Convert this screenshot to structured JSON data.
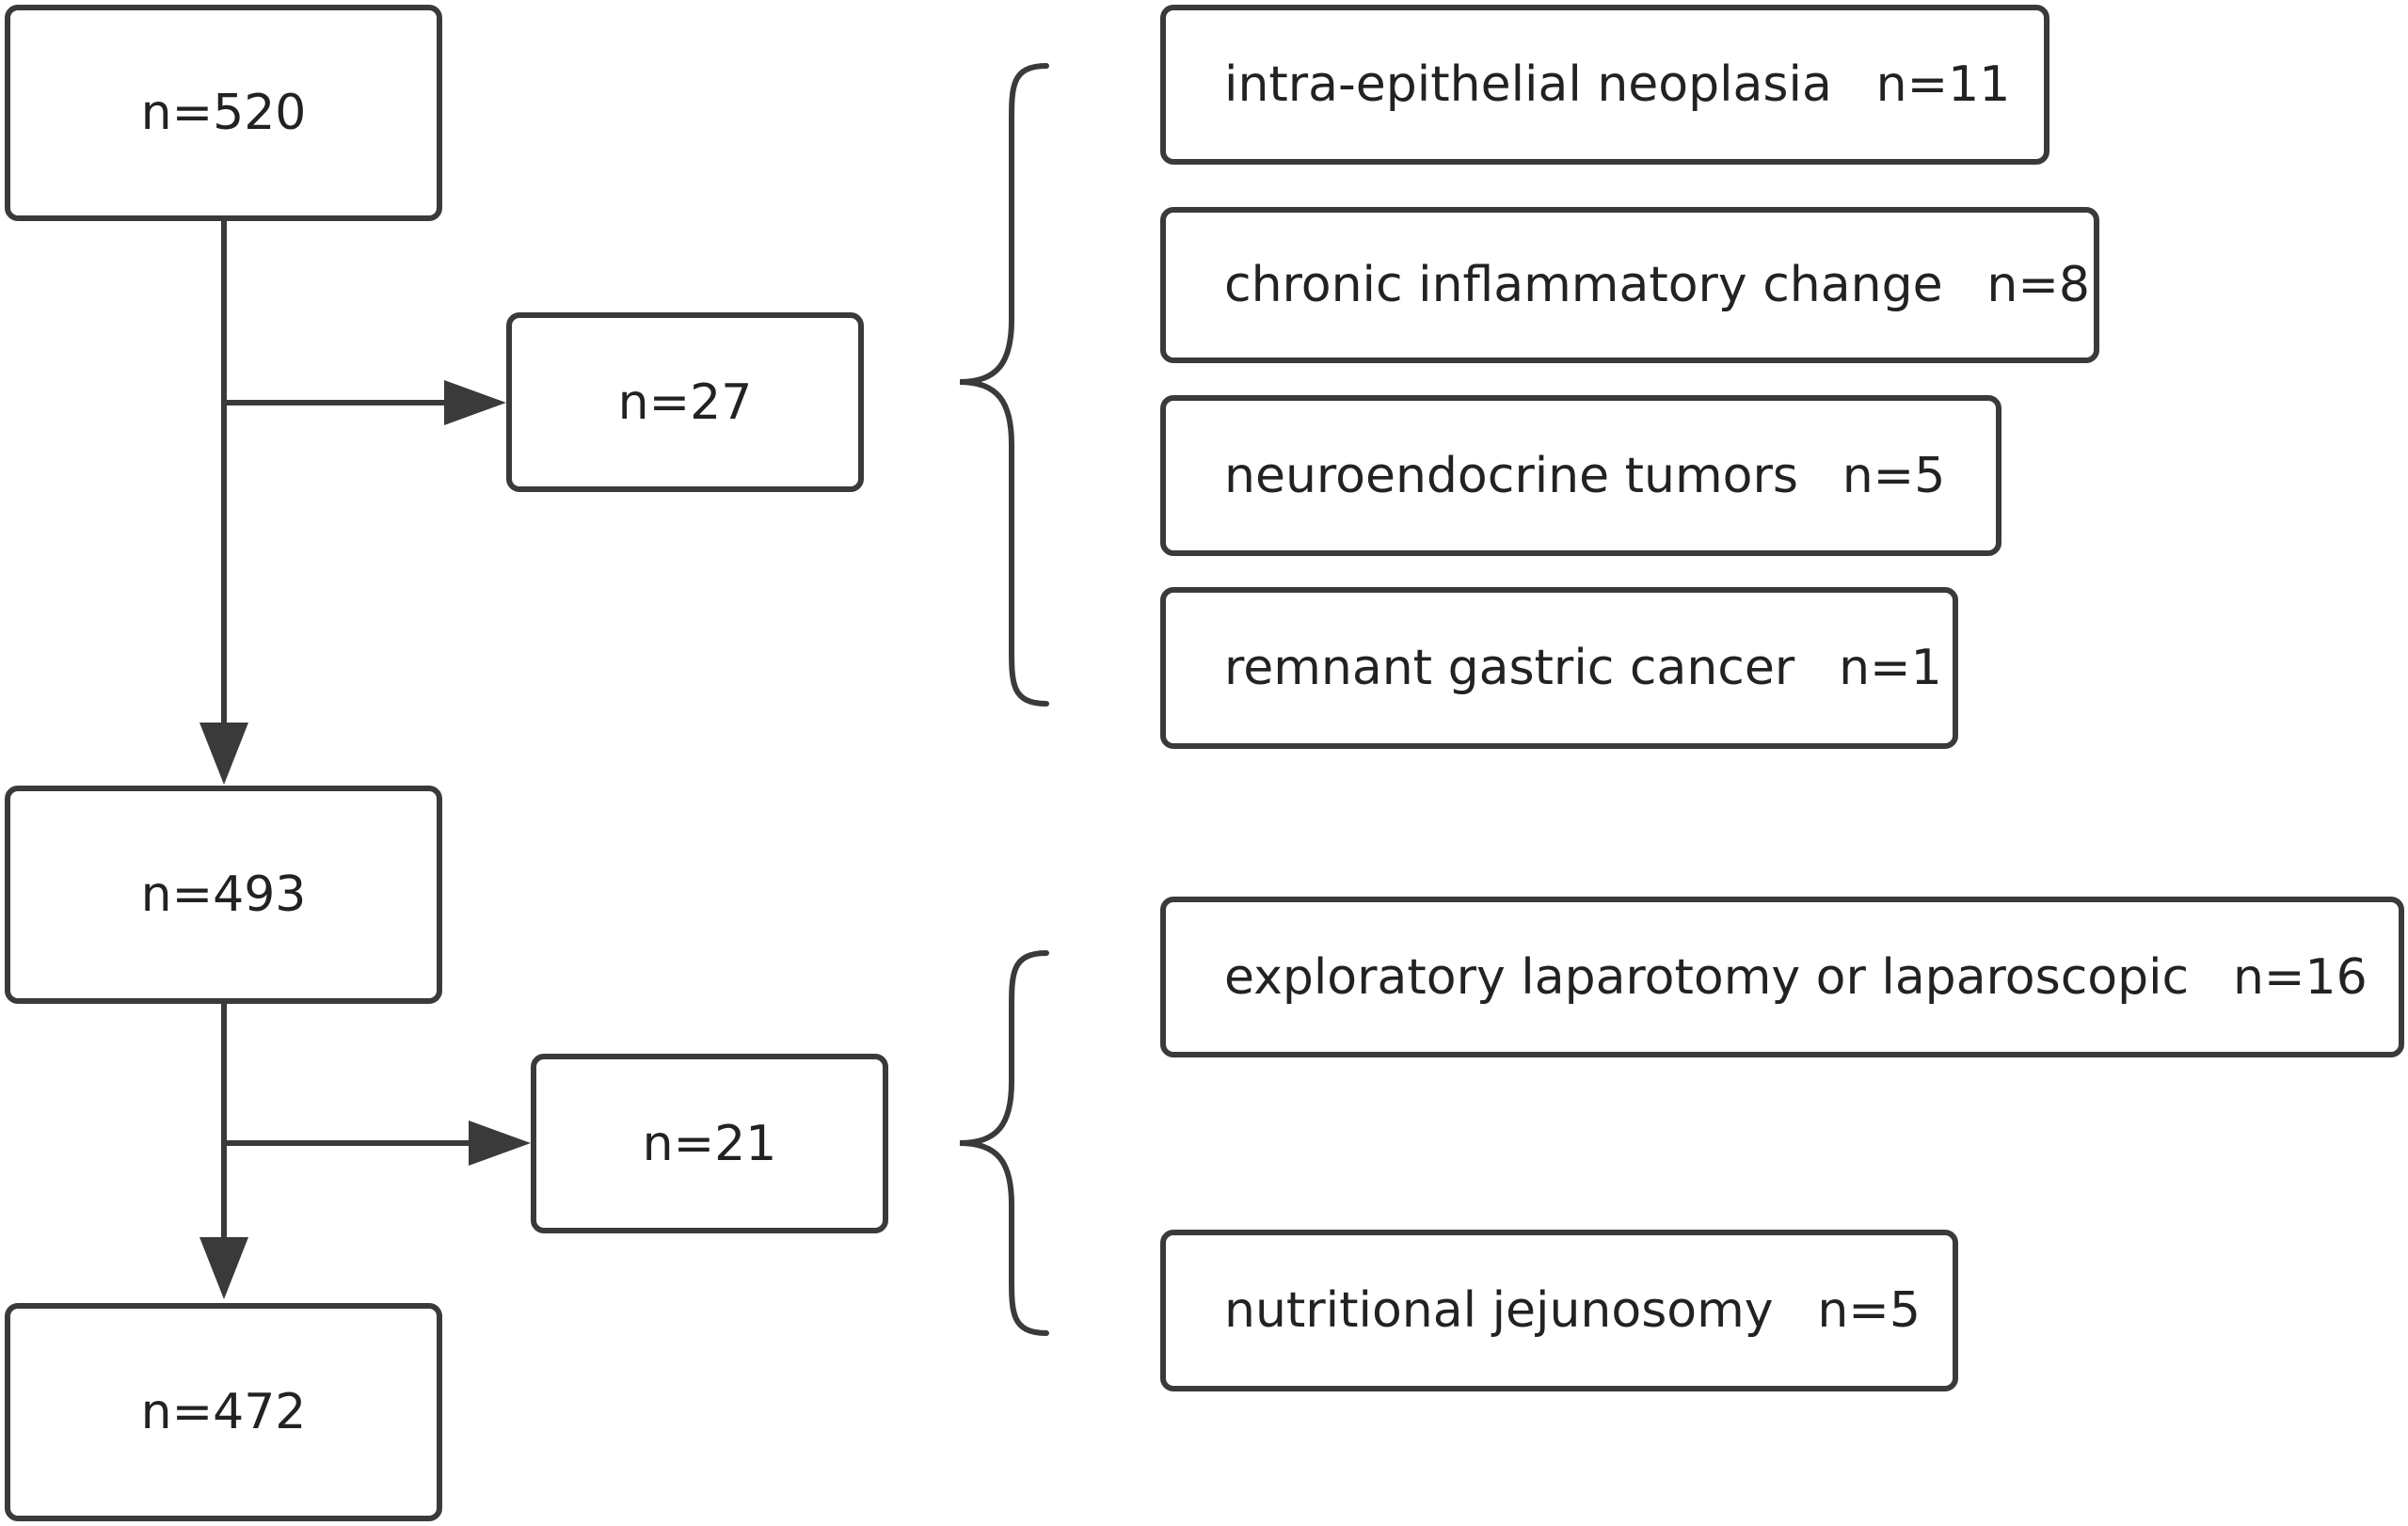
{
  "flowchart": {
    "steps": [
      {
        "label": "n=520"
      },
      {
        "label": "n=493"
      },
      {
        "label": "n=472"
      }
    ],
    "exclusions": [
      {
        "label": "n=27",
        "reasons": [
          {
            "reason": "intra-epithelial neoplasia",
            "count": "n=11"
          },
          {
            "reason": "chronic inflammatory change",
            "count": "n=8"
          },
          {
            "reason": "neuroendocrine tumors",
            "count": "n=5"
          },
          {
            "reason": "remnant gastric cancer",
            "count": "n=1"
          }
        ]
      },
      {
        "label": "n=21",
        "reasons": [
          {
            "reason": "exploratory laparotomy or laparoscopic",
            "count": "n=16"
          },
          {
            "reason": "nutritional jejunosomy",
            "count": "n=5"
          }
        ]
      }
    ]
  },
  "colors": {
    "line": "#3a3a3a",
    "box_border": "#3a3a3a",
    "text": "#222222",
    "background": "#ffffff"
  }
}
